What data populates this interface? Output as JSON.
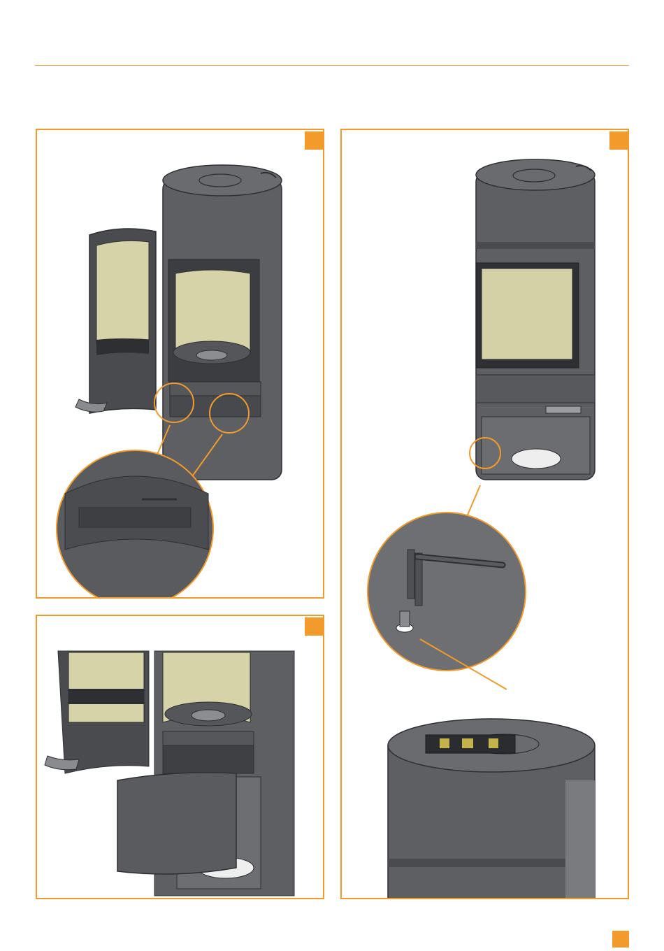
{
  "page": {
    "accent_color": "#f39a2c",
    "stove_color": "#5f6064",
    "glass_color": "#d8d6b0"
  },
  "panels": [
    {
      "id": "step-1",
      "step_label": "",
      "content": "stove-door-open-with-detail-zoom"
    },
    {
      "id": "step-2",
      "step_label": "",
      "content": "stove-leveling-foot-and-spirit-level"
    },
    {
      "id": "step-3",
      "step_label": "",
      "content": "stove-lower-cover-removed"
    }
  ],
  "footer": {
    "page_number": ""
  },
  "icons": [
    "hex-key-icon",
    "spirit-level-icon",
    "leveling-foot-icon",
    "arrow-icon"
  ]
}
